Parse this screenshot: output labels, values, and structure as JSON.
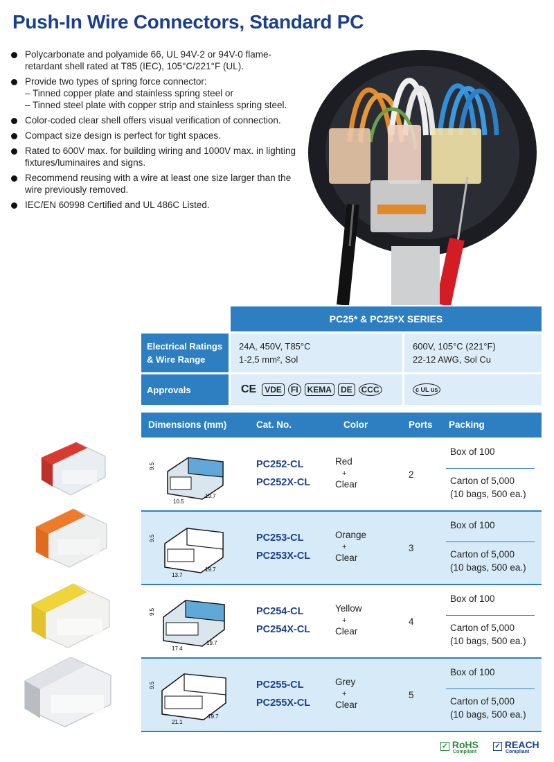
{
  "title": "Push-In Wire Connectors, Standard PC",
  "bullets": [
    {
      "text": "Polycarbonate and polyamide 66, UL 94V-2 or 94V-0 flame-retardant shell rated at T85 (IEC), 105°C/221°F (UL).",
      "subs": []
    },
    {
      "text": "Provide two types of spring force connector:",
      "subs": [
        "– Tinned copper plate and stainless spring steel or",
        "– Tinned steel plate with copper strip and stainless spring steel."
      ]
    },
    {
      "text": "Color-coded clear shell offers visual verification of connection.",
      "subs": []
    },
    {
      "text": "Compact size design is perfect for tight spaces.",
      "subs": []
    },
    {
      "text": "Rated to 600V max. for building wiring and 1000V max. in lighting fixtures/luminaires and signs.",
      "subs": []
    },
    {
      "text": "Recommend reusing with a wire at least one size larger than the wire previously removed.",
      "subs": []
    },
    {
      "text": "IEC/EN 60998 Certified and UL 486C Listed.",
      "subs": []
    }
  ],
  "spec": {
    "series_title": "PC25* & PC25*X SERIES",
    "electrical_label_1": "Electrical Ratings",
    "electrical_label_2": "& Wire Range",
    "iec_line1": "24A, 450V, T85°C",
    "iec_line2": "1-2,5 mm², Sol",
    "ul_line1": "600V, 105°C (221°F)",
    "ul_line2": "22-12 AWG, Sol Cu",
    "approvals_label": "Approvals",
    "approval_marks": [
      "CE",
      "VDE",
      "FI",
      "KEMA",
      "DE",
      "CCC"
    ],
    "ul_mark": "c UL us"
  },
  "table": {
    "headers": {
      "dimensions": "Dimensions (mm)",
      "cat": "Cat. No.",
      "color": "Color",
      "ports": "Ports",
      "packing": "Packing"
    },
    "rows": [
      {
        "cat1": "PC252-CL",
        "cat2": "PC252X-CL",
        "color1": "Red",
        "plus": "+",
        "color2": "Clear",
        "ports": "2",
        "pack1": "Box of 100",
        "pack2a": "Carton of 5,000",
        "pack2b": "(10 bags, 500 ea.)",
        "h": "9.5",
        "w": "10.5",
        "d": "19.7",
        "accent": "#d93a2e"
      },
      {
        "cat1": "PC253-CL",
        "cat2": "PC253X-CL",
        "color1": "Orange",
        "plus": "+",
        "color2": "Clear",
        "ports": "3",
        "pack1": "Box of 100",
        "pack2a": "Carton of 5,000",
        "pack2b": "(10 bags, 500 ea.)",
        "h": "9.5",
        "w": "13.7",
        "d": "19.7",
        "accent": "#ee7a2c"
      },
      {
        "cat1": "PC254-CL",
        "cat2": "PC254X-CL",
        "color1": "Yellow",
        "plus": "+",
        "color2": "Clear",
        "ports": "4",
        "pack1": "Box of 100",
        "pack2a": "Carton of 5,000",
        "pack2b": "(10 bags, 500 ea.)",
        "h": "9.5",
        "w": "17.4",
        "d": "19.7",
        "accent": "#f1d33a"
      },
      {
        "cat1": "PC255-CL",
        "cat2": "PC255X-CL",
        "color1": "Grey",
        "plus": "+",
        "color2": "Clear",
        "ports": "5",
        "pack1": "Box of 100",
        "pack2a": "Carton of 5,000",
        "pack2b": "(10 bags, 500 ea.)",
        "h": "9.5",
        "w": "21.1",
        "d": "19.7",
        "accent": "#b9bdc2"
      }
    ]
  },
  "footer": {
    "rohs": "RoHS",
    "rohs_sub": "Compliant",
    "reach": "REACH",
    "reach_sub": "Compliant"
  },
  "colors": {
    "brand_blue": "#1a3f8f",
    "header_blue": "#2d7fc1",
    "row_tint": "#d6eaf7"
  }
}
